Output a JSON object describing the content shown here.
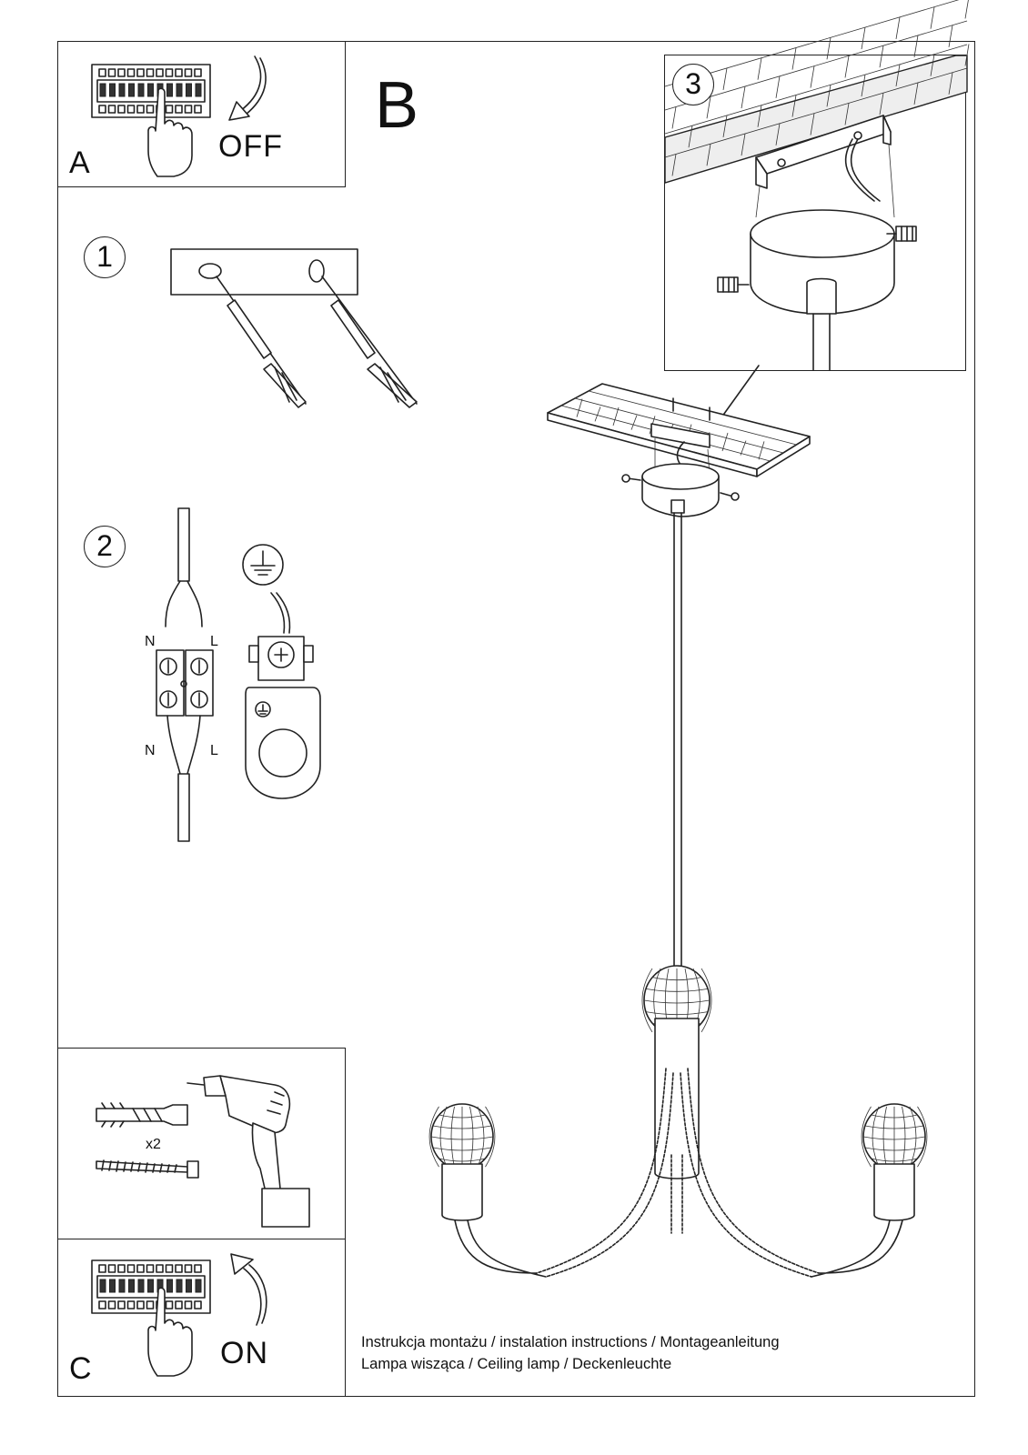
{
  "panels": {
    "a": {
      "letter": "A",
      "switch_state": "OFF"
    },
    "b": {
      "letter": "B"
    },
    "c": {
      "letter": "C",
      "switch_state": "ON",
      "quantity": "x2"
    }
  },
  "steps": [
    "1",
    "2",
    "3"
  ],
  "wiring": {
    "neutral": "N",
    "live": "L"
  },
  "caption": {
    "line1": "Instrukcja montażu / instalation instructions / Montageanleitung",
    "line2": "Lampa wisząca / Ceiling lamp  / Deckenleuchte"
  },
  "icons": [
    "breaker-panel-icon",
    "hand-icon",
    "arrow-down-curved-icon",
    "arrow-up-curved-icon",
    "ground-symbol-icon",
    "drill-icon",
    "wall-plug-icon",
    "screw-icon",
    "terminal-block-icon",
    "ground-clamp-icon",
    "ceiling-plate-icon",
    "canopy-icon",
    "lamp-globe-icon",
    "flexible-arm-icon"
  ]
}
